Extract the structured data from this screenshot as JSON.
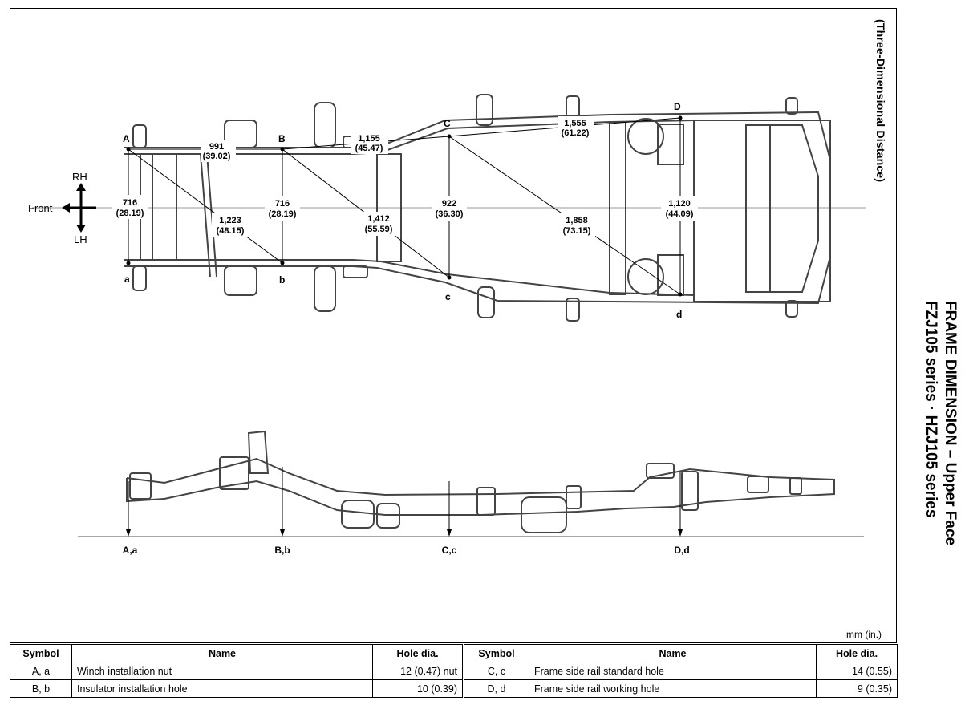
{
  "title_line1": "FRAME DIMENSION – Upper Face",
  "title_line2": "FZJ105 series · HZJ105 series",
  "subtitle": "(Three-Dimensional Distance)",
  "units": "mm (in.)",
  "direction": {
    "rh": "RH",
    "lh": "LH",
    "front": "Front"
  },
  "points": {
    "A": "A",
    "a": "a",
    "B": "B",
    "b": "b",
    "C": "C",
    "c": "c",
    "D": "D",
    "d": "d"
  },
  "side_points": [
    "A,a",
    "B,b",
    "C,c",
    "D,d"
  ],
  "dimensions": {
    "Aa": {
      "mm": "716",
      "in": "(28.19)"
    },
    "AB": {
      "mm": "991",
      "in": "(39.02)"
    },
    "Ab": {
      "mm": "1,223",
      "in": "(48.15)"
    },
    "Bb": {
      "mm": "716",
      "in": "(28.19)"
    },
    "BC": {
      "mm": "1,155",
      "in": "(45.47)"
    },
    "Bc": {
      "mm": "1,412",
      "in": "(55.59)"
    },
    "Cc": {
      "mm": "922",
      "in": "(36.30)"
    },
    "CD": {
      "mm": "1,555",
      "in": "(61.22)"
    },
    "Cd": {
      "mm": "1,858",
      "in": "(73.15)"
    },
    "Dd": {
      "mm": "1,120",
      "in": "(44.09)"
    }
  },
  "table": {
    "headers": [
      "Symbol",
      "Name",
      "Hole dia.",
      "Symbol",
      "Name",
      "Hole dia."
    ],
    "rows": [
      [
        "A, a",
        "Winch installation nut",
        "12 (0.47) nut",
        "C, c",
        "Frame side rail standard hole",
        "14 (0.55)"
      ],
      [
        "B, b",
        "Insulator installation hole",
        "10 (0.39)",
        "D, d",
        "Frame side rail working hole",
        "9 (0.35)"
      ]
    ]
  }
}
